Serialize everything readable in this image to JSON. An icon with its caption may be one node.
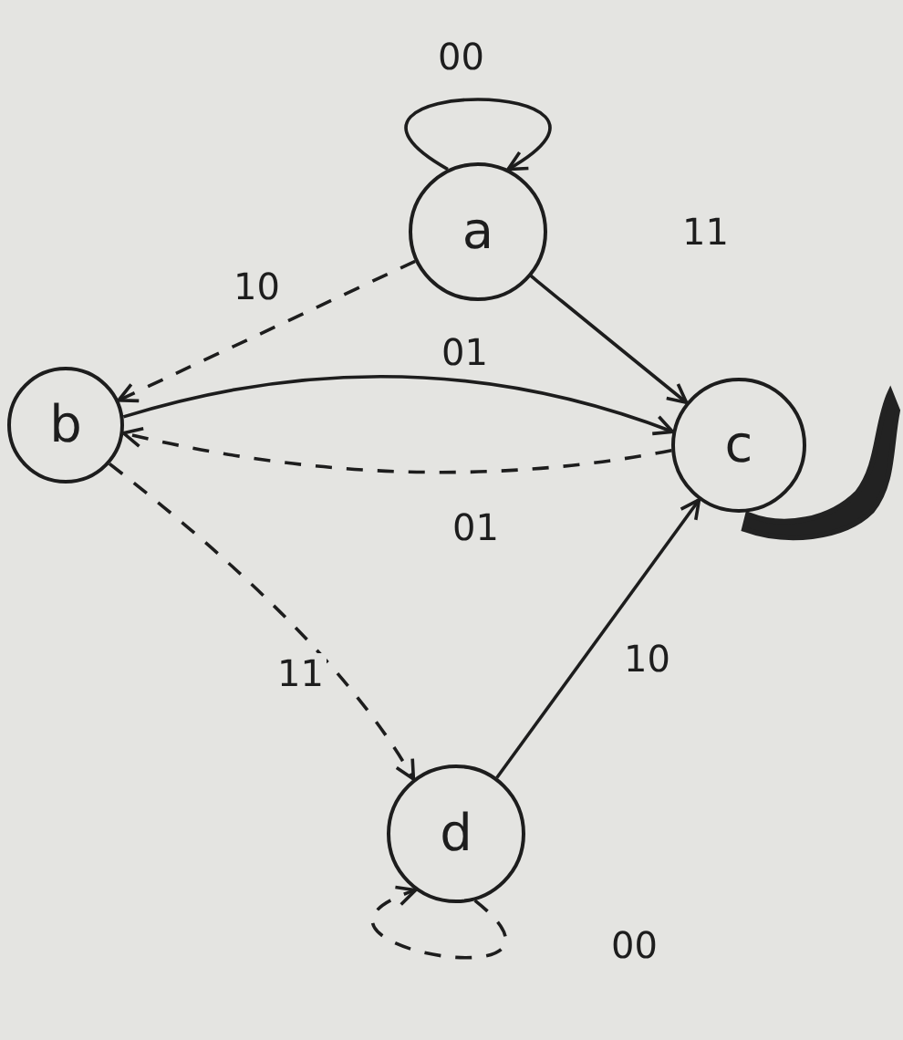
{
  "diagram": {
    "nodes": [
      {
        "text": [
          "a"
        ]
      },
      {
        "text": [
          "b"
        ]
      },
      {
        "text": [
          "c"
        ]
      },
      {
        "text": [
          "d"
        ]
      }
    ],
    "edges": [
      {
        "from": 0,
        "to": 0,
        "label": "00",
        "arrow": "to"
      },
      {
        "from": 0,
        "to": 2,
        "label": "11",
        "arrow": "to"
      },
      {
        "from": 0,
        "to": 1,
        "label": "10",
        "arrow": "to",
        "style": "dashed"
      },
      {
        "from": 1,
        "to": 2,
        "label": "01",
        "arrow": "to"
      },
      {
        "from": 2,
        "to": 1,
        "label": "01",
        "arrow": "to",
        "style": "dashed"
      },
      {
        "from": 1,
        "to": 3,
        "label": "11",
        "arrow": "to",
        "style": "dashed"
      },
      {
        "from": 3,
        "to": 2,
        "label": "10",
        "arrow": "to"
      },
      {
        "from": 3,
        "to": 3,
        "label": "00",
        "arrow": "to",
        "style": "dashed"
      }
    ]
  }
}
